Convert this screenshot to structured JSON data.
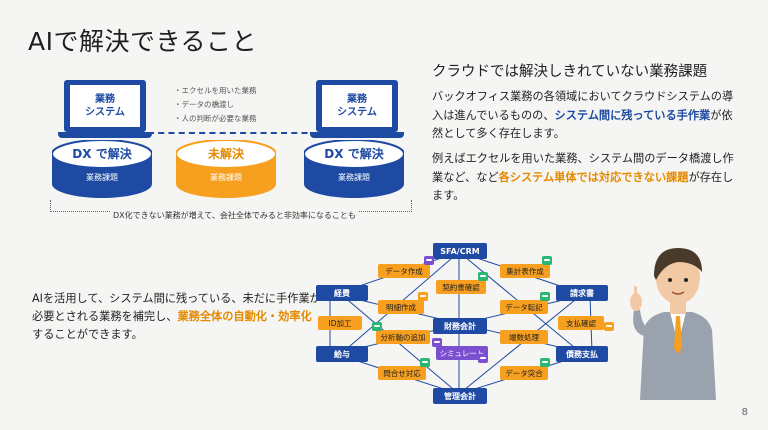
{
  "slide": {
    "title": "AIで解決できること",
    "page_number": "8"
  },
  "diagram": {
    "monitor_left": {
      "line1": "業務",
      "line2": "システム"
    },
    "monitor_right": {
      "line1": "業務",
      "line2": "システム"
    },
    "bullets": [
      "・エクセルを用いた業務",
      "・データの橋渡し",
      "・人の判断が必要な業務"
    ],
    "cylinders": [
      {
        "label": "DX で解決",
        "sub": "業務課題",
        "color": "#1e4aa3"
      },
      {
        "label": "未解決",
        "sub": "業務課題",
        "color": "#f7a020"
      },
      {
        "label": "DX で解決",
        "sub": "業務課題",
        "color": "#1e4aa3"
      }
    ],
    "bracket_text": "DX化できない業務が増えて、会社全体でみると非効率になることも"
  },
  "right": {
    "heading": "クラウドでは解決しきれていない業務課題",
    "para1_pre": "バックオフィス業務の各領域においてクラウドシステムの導入は進んでいるものの、",
    "para1_hl": "システム間に残っている手作業",
    "para1_post": "が依然として多く存在します。",
    "para2_pre": "例えばエクセルを用いた業務、システム間のデータ橋渡し作業など、など",
    "para2_hl": "各システム単体では対応できない課題",
    "para2_post": "が存在します。"
  },
  "left_bottom": {
    "pre": "AIを活用して、システム間に残っている、未だに手作業が必要とされる業務を補完し、",
    "hl": "業務全体の自動化・効率化",
    "post": "することができます。"
  },
  "network": {
    "navy": {
      "sfa": "SFA/CRM",
      "keihi": "経費",
      "seikyu": "請求書",
      "zaimu": "財務会計",
      "kyuyo": "給与",
      "saimu": "債務支払",
      "kanri": "管理会計"
    },
    "orange": {
      "data_create": "データ作成",
      "keiyaku": "契約書確認",
      "shukei": "集計表作成",
      "meisai": "明細作成",
      "data_tenki": "データ転記",
      "id": "ID加工",
      "shiharai": "支払確認",
      "bunseki": "分析軸の追加",
      "hasu": "端数処理",
      "toiawase": "問合せ対応",
      "data_totsugo": "データ突合"
    },
    "purple": {
      "sim": "シミュレート"
    }
  }
}
